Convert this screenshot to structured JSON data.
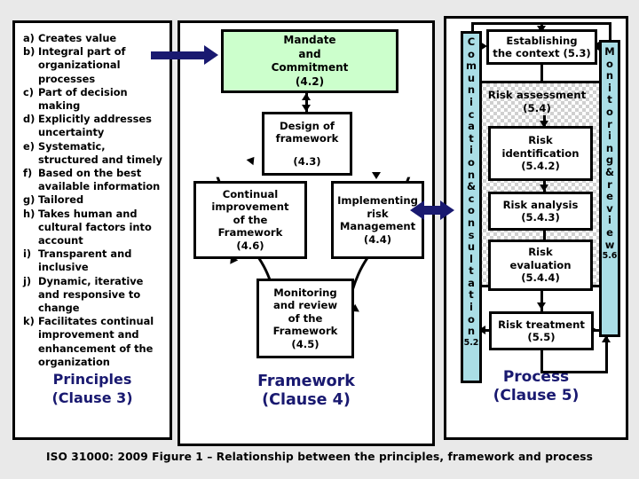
{
  "caption": "ISO 31000: 2009  Figure 1 – Relationship between the principles, framework and process",
  "colors": {
    "background": "#e9e9e9",
    "panel": "#ffffff",
    "border": "#000000",
    "title": "#191970",
    "mandate_box": "#ccffcc",
    "vertical_column": "#aadee6",
    "blue_arrow": "#191970"
  },
  "principles": {
    "title_line1": "Principles",
    "title_line2": "(Clause 3)",
    "items": [
      {
        "marker": "a)",
        "text": "Creates value"
      },
      {
        "marker": "b)",
        "text": "Integral part of organizational processes"
      },
      {
        "marker": "c)",
        "text": "Part of decision making"
      },
      {
        "marker": "d)",
        "text": "Explicitly addresses uncertainty"
      },
      {
        "marker": "e)",
        "text": "Systematic, structured and timely"
      },
      {
        "marker": "f)",
        "text": "Based on the best available information"
      },
      {
        "marker": "g)",
        "text": "Tailored"
      },
      {
        "marker": "h)",
        "text": "Takes human and cultural factors into account"
      },
      {
        "marker": "i)",
        "text": "Transparent and inclusive"
      },
      {
        "marker": "j)",
        "text": "Dynamic, iterative and responsive to change"
      },
      {
        "marker": "k)",
        "text": "Facilitates continual improvement and enhancement of the organization"
      }
    ]
  },
  "framework": {
    "title_line1": "Framework",
    "title_line2": "(Clause 4)",
    "boxes": {
      "mandate": {
        "text": "Mandate\nand\nCommitment",
        "clause": "(4.2)"
      },
      "design": {
        "text": "Design of\nframework",
        "clause": "(4.3)"
      },
      "continual": {
        "text": "Continual\nimprovement\nof the\nFramework",
        "clause": "(4.6)"
      },
      "implement": {
        "text": "Implementing\nrisk\nManagement",
        "clause": "(4.4)"
      },
      "monitoring": {
        "text": "Monitoring\nand review\nof the\nFramework",
        "clause": "(4.5)"
      }
    }
  },
  "process": {
    "title_line1": "Process",
    "title_line2": "(Clause 5)",
    "communication": {
      "label": "Communication & consultation",
      "chars": [
        "C",
        "o",
        "m",
        "u",
        "n",
        "i",
        "c",
        "a",
        "t",
        "i",
        "o",
        "n",
        "&",
        "c",
        "o",
        "n",
        "s",
        "u",
        "l",
        "t",
        "a",
        "t",
        "i",
        "o",
        "n"
      ],
      "clause": "5.2"
    },
    "monitoring_review": {
      "label": "Monitoring & review",
      "chars": [
        "M",
        "o",
        "n",
        "i",
        "t",
        "o",
        "r",
        "i",
        "n",
        "g",
        "&",
        "r",
        "e",
        "v",
        "i",
        "e",
        "w"
      ],
      "clause": "(5.6)"
    },
    "boxes": {
      "context": {
        "text": "Establishing\nthe context (5.3)"
      },
      "risk_assessment": {
        "text": "Risk assessment",
        "clause": "(5.4)"
      },
      "risk_identification": {
        "text": "Risk\nidentification",
        "clause": "(5.4.2)"
      },
      "risk_analysis": {
        "text": "Risk analysis",
        "clause": "(5.4.3)"
      },
      "risk_evaluation": {
        "text": "Risk\nevaluation",
        "clause": "(5.4.4)"
      },
      "risk_treatment": {
        "text": "Risk treatment",
        "clause": "(5.5)"
      }
    }
  },
  "arrows": {
    "principles_to_framework": "blue-right-arrow",
    "framework_to_process": "blue-double-arrow"
  }
}
